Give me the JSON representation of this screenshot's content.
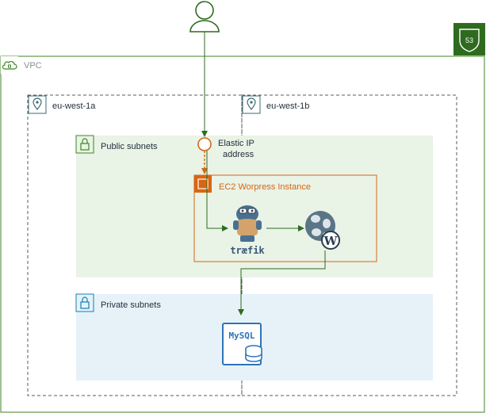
{
  "vpc": {
    "label": "VPC"
  },
  "azs": [
    {
      "label": "eu-west-1a"
    },
    {
      "label": "eu-west-1b"
    }
  ],
  "public_subnets": {
    "label": "Public subnets"
  },
  "private_subnets": {
    "label": "Private subnets"
  },
  "elastic_ip": {
    "line1": "Elastic IP",
    "line2": "address"
  },
  "ec2": {
    "label": "EC2 Worpress Instance"
  },
  "traefik": {
    "label": "træfik"
  },
  "mysql": {
    "label": "MySQL"
  },
  "route53": {
    "label": "53"
  },
  "colors": {
    "vpc_border": "#3f8624",
    "vpc_label": "#879196",
    "public_fill": "#e9f3e6",
    "public_icon": "#3f8624",
    "private_fill": "#e6f2f8",
    "private_icon": "#147eba",
    "ec2_border": "#d86613",
    "mysql": "#2e73b8",
    "arrow": "#2e6b1f",
    "az_border": "#545b64"
  }
}
